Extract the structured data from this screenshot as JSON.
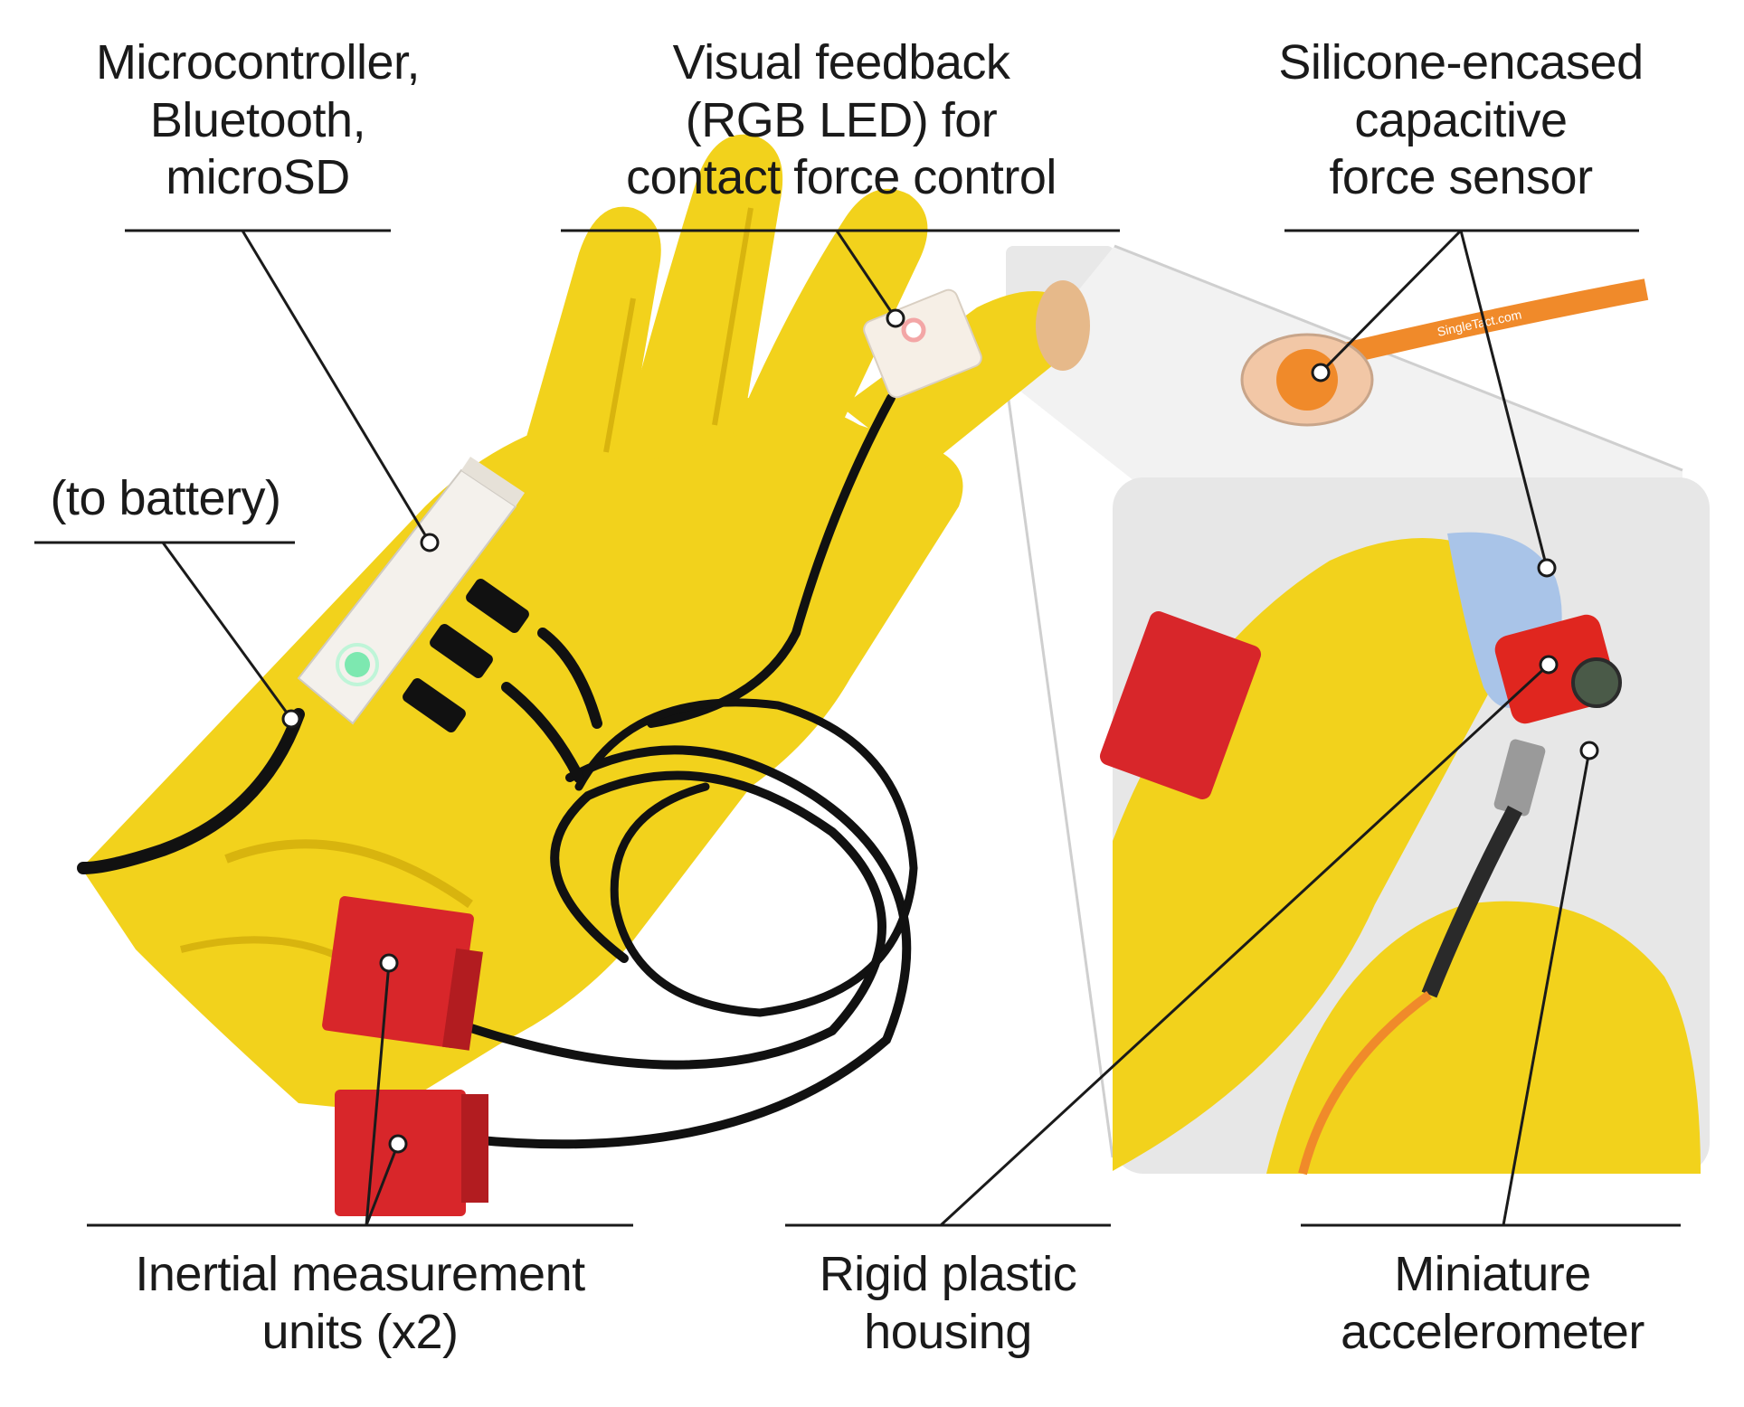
{
  "labels": {
    "microcontroller": "Microcontroller,\nBluetooth,\nmicroSD",
    "visual_feedback": "Visual feedback\n(RGB LED) for\ncontact force control",
    "silicone_sensor": "Silicone-encased\ncapacitive\nforce sensor",
    "battery": "(to battery)",
    "imu": "Inertial measurement\nunits (x2)",
    "housing": "Rigid plastic\nhousing",
    "accelerometer": "Miniature\naccelerometer"
  },
  "sensor_strip_text": "SingleTact.com",
  "colors": {
    "glove": "#f2d21c",
    "glove_shadow": "#d8b40e",
    "imu": "#d8262a",
    "cable": "#111111",
    "sensor_strip": "#f08a2a",
    "inset_bg": "#e7e7e7",
    "silicone": "#a9c4e8"
  }
}
